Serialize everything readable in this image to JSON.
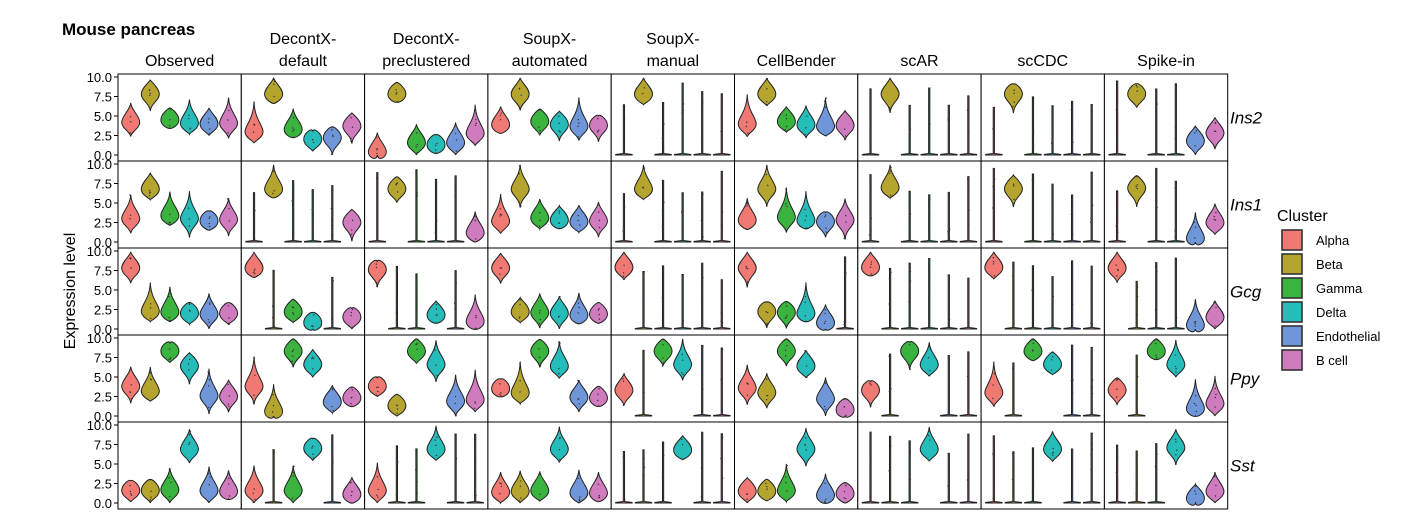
{
  "chart_data": {
    "type": "violin",
    "title": "Mouse pancreas",
    "ylabel": "Expression level",
    "ylim": [
      0,
      10
    ],
    "y_ticks": [
      "0.0",
      "2.5",
      "5.0",
      "7.5",
      "10.0"
    ],
    "methods": [
      {
        "id": "observed",
        "label": "Observed"
      },
      {
        "id": "decontx-default",
        "label": "DecontX-\ndefault"
      },
      {
        "id": "decontx-preclustered",
        "label": "DecontX-\npreclustered"
      },
      {
        "id": "soupx-automated",
        "label": "SoupX-\nautomated"
      },
      {
        "id": "soupx-manual",
        "label": "SoupX-\nmanual"
      },
      {
        "id": "cellbender",
        "label": "CellBender"
      },
      {
        "id": "scar",
        "label": "scAR"
      },
      {
        "id": "sccdc",
        "label": "scCDC"
      },
      {
        "id": "spike-in",
        "label": "Spike-in"
      }
    ],
    "genes": [
      "Ins2",
      "Ins1",
      "Gcg",
      "Ppy",
      "Sst"
    ],
    "legend": {
      "title": "Cluster",
      "position": "right",
      "items": [
        {
          "name": "Alpha",
          "color": "#F07A73"
        },
        {
          "name": "Beta",
          "color": "#B5A52E"
        },
        {
          "name": "Gamma",
          "color": "#3BB33F"
        },
        {
          "name": "Delta",
          "color": "#26BCBA"
        },
        {
          "name": "Endothelial",
          "color": "#6F96D9"
        },
        {
          "name": "B cell",
          "color": "#D07BBE"
        }
      ]
    },
    "violin_summary_note_units": "expression level",
    "median_expression": {
      "Ins2": {
        "observed": [
          4.2,
          7.8,
          4.5,
          4.1,
          4.0,
          4.1
        ],
        "decontx-default": [
          3.0,
          7.8,
          3.3,
          2.0,
          2.2,
          3.7
        ],
        "decontx-preclustered": [
          0.4,
          7.8,
          1.6,
          1.3,
          1.6,
          2.8
        ],
        "soupx-automated": [
          3.9,
          7.8,
          4.3,
          3.9,
          3.7,
          3.8
        ],
        "soupx-manual": [
          0.0,
          7.8,
          0.0,
          0.0,
          0.0,
          0.0
        ],
        "cellbender": [
          4.0,
          7.8,
          4.3,
          3.9,
          3.7,
          3.8
        ],
        "scar": [
          0.0,
          7.8,
          0.0,
          0.0,
          0.0,
          0.0
        ],
        "sccdc": [
          0.0,
          7.8,
          0.0,
          0.0,
          0.0,
          0.0
        ],
        "spike-in": [
          0.0,
          7.8,
          0.0,
          0.0,
          1.8,
          2.8
        ]
      },
      "Ins1": {
        "observed": [
          3.0,
          6.8,
          3.4,
          3.0,
          2.7,
          2.9
        ],
        "decontx-default": [
          0.0,
          6.8,
          0.0,
          0.0,
          0.0,
          2.5
        ],
        "decontx-preclustered": [
          0.0,
          6.8,
          0.0,
          0.0,
          0.0,
          1.2
        ],
        "soupx-automated": [
          2.7,
          6.8,
          3.1,
          2.8,
          2.6,
          2.7
        ],
        "soupx-manual": [
          0.0,
          6.8,
          0.0,
          0.0,
          0.0,
          0.0
        ],
        "cellbender": [
          2.8,
          6.8,
          3.2,
          2.8,
          2.6,
          2.8
        ],
        "scar": [
          0.0,
          7.0,
          0.0,
          0.0,
          0.0,
          0.0
        ],
        "sccdc": [
          0.0,
          6.8,
          0.0,
          0.0,
          0.0,
          0.0
        ],
        "spike-in": [
          0.0,
          6.9,
          0.0,
          0.0,
          0.5,
          2.5
        ]
      },
      "Gcg": {
        "observed": [
          7.8,
          2.3,
          2.2,
          2.0,
          1.9,
          2.0
        ],
        "decontx-default": [
          7.8,
          0.0,
          2.2,
          0.8,
          0.0,
          1.5
        ],
        "decontx-preclustered": [
          7.6,
          0.0,
          0.0,
          1.8,
          0.0,
          1.0
        ],
        "soupx-automated": [
          7.8,
          2.2,
          2.1,
          2.0,
          1.8,
          1.9
        ],
        "soupx-manual": [
          7.9,
          0.0,
          0.0,
          0.0,
          0.0,
          0.0
        ],
        "cellbender": [
          7.8,
          2.2,
          2.1,
          2.0,
          0.8,
          0.0
        ],
        "scar": [
          7.9,
          0.0,
          0.0,
          0.0,
          0.0,
          0.0
        ],
        "sccdc": [
          7.9,
          0.0,
          0.0,
          0.0,
          0.0,
          0.0
        ],
        "spike-in": [
          7.8,
          0.0,
          0.0,
          0.0,
          0.5,
          1.5
        ]
      },
      "Ppy": {
        "observed": [
          3.8,
          3.2,
          8.3,
          6.4,
          2.6,
          2.5
        ],
        "decontx-default": [
          3.8,
          0.6,
          8.3,
          6.6,
          1.8,
          2.3
        ],
        "decontx-preclustered": [
          3.8,
          1.3,
          8.3,
          6.6,
          1.9,
          2.1
        ],
        "soupx-automated": [
          3.5,
          3.0,
          8.3,
          6.4,
          2.4,
          2.3
        ],
        "soupx-manual": [
          3.3,
          0.0,
          8.3,
          6.6,
          0.0,
          0.0
        ],
        "cellbender": [
          3.6,
          3.0,
          8.3,
          6.4,
          2.2,
          0.8
        ],
        "scar": [
          3.3,
          0.0,
          8.3,
          6.6,
          0.0,
          0.0
        ],
        "sccdc": [
          3.0,
          0.0,
          8.3,
          6.6,
          0.0,
          0.0
        ],
        "spike-in": [
          3.3,
          0.0,
          8.3,
          6.6,
          1.0,
          1.6
        ]
      },
      "Sst": {
        "observed": [
          1.6,
          1.6,
          1.7,
          6.9,
          1.6,
          1.5
        ],
        "decontx-default": [
          1.6,
          0.0,
          1.6,
          7.0,
          0.0,
          1.1
        ],
        "decontx-preclustered": [
          1.6,
          0.0,
          0.0,
          6.9,
          0.0,
          0.0
        ],
        "soupx-automated": [
          1.4,
          1.5,
          1.6,
          6.9,
          1.3,
          1.3
        ],
        "soupx-manual": [
          0.0,
          0.0,
          0.0,
          6.8,
          0.0,
          0.0
        ],
        "cellbender": [
          1.5,
          1.5,
          1.6,
          6.9,
          1.0,
          1.2
        ],
        "scar": [
          0.0,
          0.0,
          0.0,
          6.9,
          0.0,
          0.0
        ],
        "sccdc": [
          0.0,
          0.0,
          0.0,
          6.9,
          0.0,
          0.0
        ],
        "spike-in": [
          0.0,
          0.0,
          0.0,
          7.1,
          0.6,
          1.5
        ]
      }
    }
  }
}
